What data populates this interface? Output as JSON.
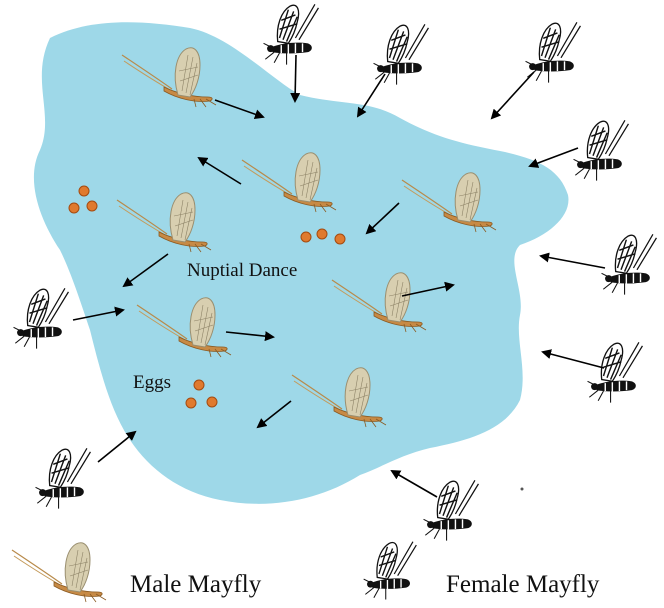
{
  "labels": {
    "dance": "Nuptial Dance",
    "eggs": "Eggs"
  },
  "legend": {
    "male": "Male Mayfly",
    "female": "Female Mayfly"
  },
  "colors": {
    "water": "#9ed8e8",
    "egg": "#e07a2e",
    "egg_stroke": "#a44b10",
    "male_wing": "#d8cfb0",
    "male_body": "#c78a45",
    "female": "#111111",
    "arrow": "#000000"
  },
  "icons": {
    "male": "male-mayfly-icon",
    "female": "female-mayfly-icon",
    "egg": "egg-icon",
    "arrow": "arrow-icon"
  }
}
